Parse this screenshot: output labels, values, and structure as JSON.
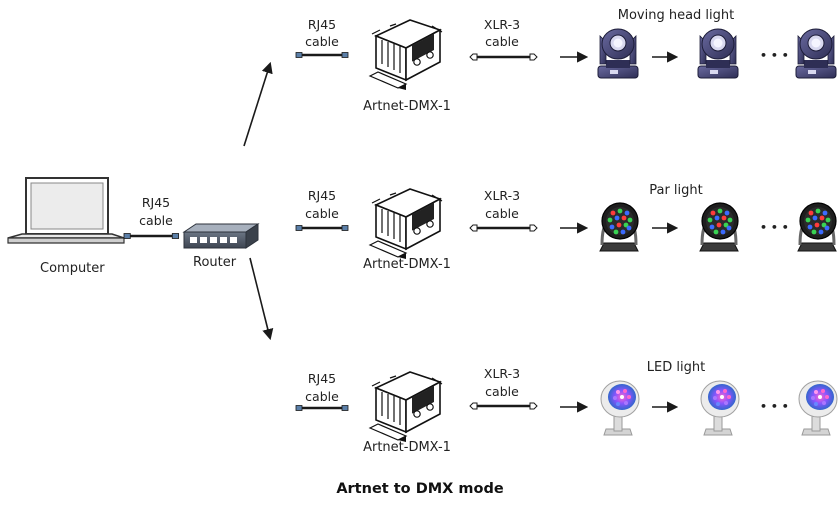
{
  "computer": {
    "label": "Computer"
  },
  "uplink_cable": {
    "line1": "RJ45",
    "line2": "cable"
  },
  "router": {
    "label": "Router"
  },
  "rows": [
    {
      "rj45_line1": "RJ45",
      "rj45_line2": "cable",
      "converter_label": "Artnet-DMX-1",
      "xlr_line1": "XLR-3",
      "xlr_line2": "cable",
      "fixture_label": "Moving head light",
      "fixture_icon": "moving-head-light-icon",
      "ellipsis": "• • •"
    },
    {
      "rj45_line1": "RJ45",
      "rj45_line2": "cable",
      "converter_label": "Artnet-DMX-1",
      "xlr_line1": "XLR-3",
      "xlr_line2": "cable",
      "fixture_label": "Par light",
      "fixture_icon": "par-light-icon",
      "ellipsis": "• • •"
    },
    {
      "rj45_line1": "RJ45",
      "rj45_line2": "cable",
      "converter_label": "Artnet-DMX-1",
      "xlr_line1": "XLR-3",
      "xlr_line2": "cable",
      "fixture_label": "LED light",
      "fixture_icon": "led-light-icon",
      "ellipsis": "• • •"
    }
  ],
  "caption": "Artnet to DMX mode",
  "colors": {
    "line": "#1a1a1a",
    "rj45_plug": "#5b7fa8",
    "moving_head": "#4a4a7a",
    "par_body": "#2a2a2a",
    "led_body": "#e6e6e6"
  }
}
